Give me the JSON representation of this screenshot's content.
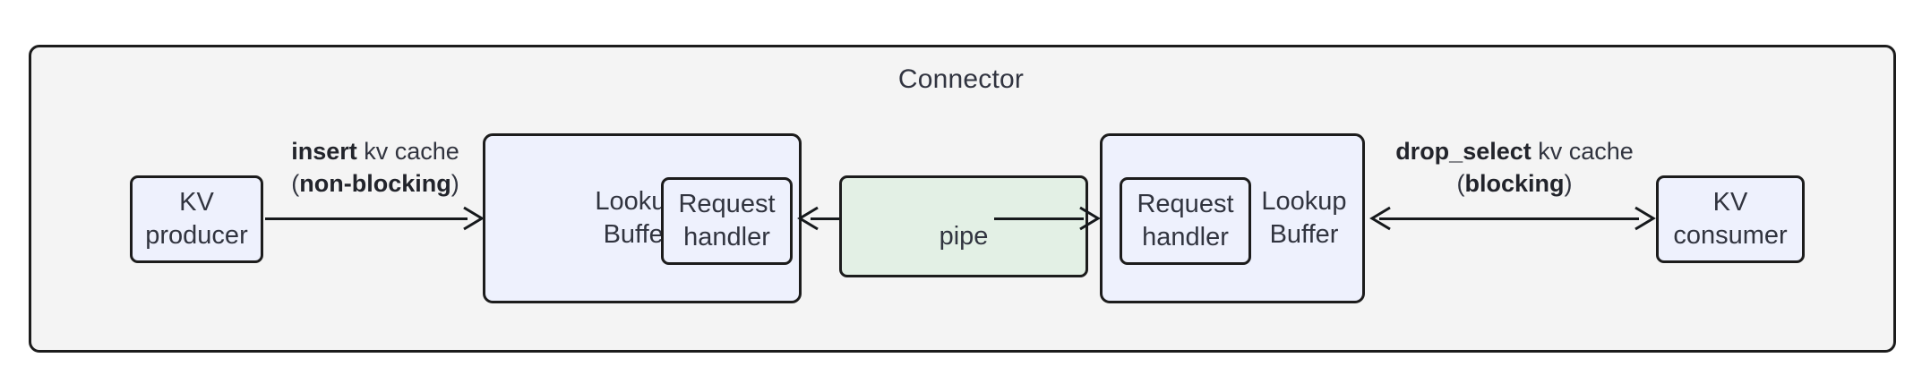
{
  "diagram": {
    "title": "Connector",
    "background_color": "#f4f4f4",
    "node_fill": "#eef1fd",
    "pipe_fill": "#e3f0e5",
    "stroke_color": "#1c1c1c",
    "text_color": "#31343f"
  },
  "nodes": {
    "kv_producer": {
      "line1": "KV",
      "line2": "producer"
    },
    "kv_consumer": {
      "line1": "KV",
      "line2": "consumer"
    },
    "lookup_buffer_left": {
      "line1": "Lookup",
      "line2": "Buffer"
    },
    "lookup_buffer_right": {
      "line1": "Lookup",
      "line2": "Buffer"
    },
    "request_handler_left": {
      "line1": "Request",
      "line2": "handler"
    },
    "request_handler_right": {
      "line1": "Request",
      "line2": "handler"
    },
    "pipe": {
      "label": "pipe"
    }
  },
  "edges": {
    "insert": {
      "bold_op": "insert",
      "rest": " kv cache",
      "mode_prefix": "(",
      "mode_bold": "non-blocking",
      "mode_suffix": ")",
      "direction": "right"
    },
    "drop_select": {
      "bold_op": "drop_select",
      "rest": " kv cache",
      "mode_prefix": "(",
      "mode_bold": "blocking",
      "mode_suffix": ")",
      "direction": "bidirectional"
    },
    "pipe_to_left_buffer": {
      "direction": "left"
    },
    "pipe_to_right_buffer": {
      "direction": "right"
    }
  }
}
